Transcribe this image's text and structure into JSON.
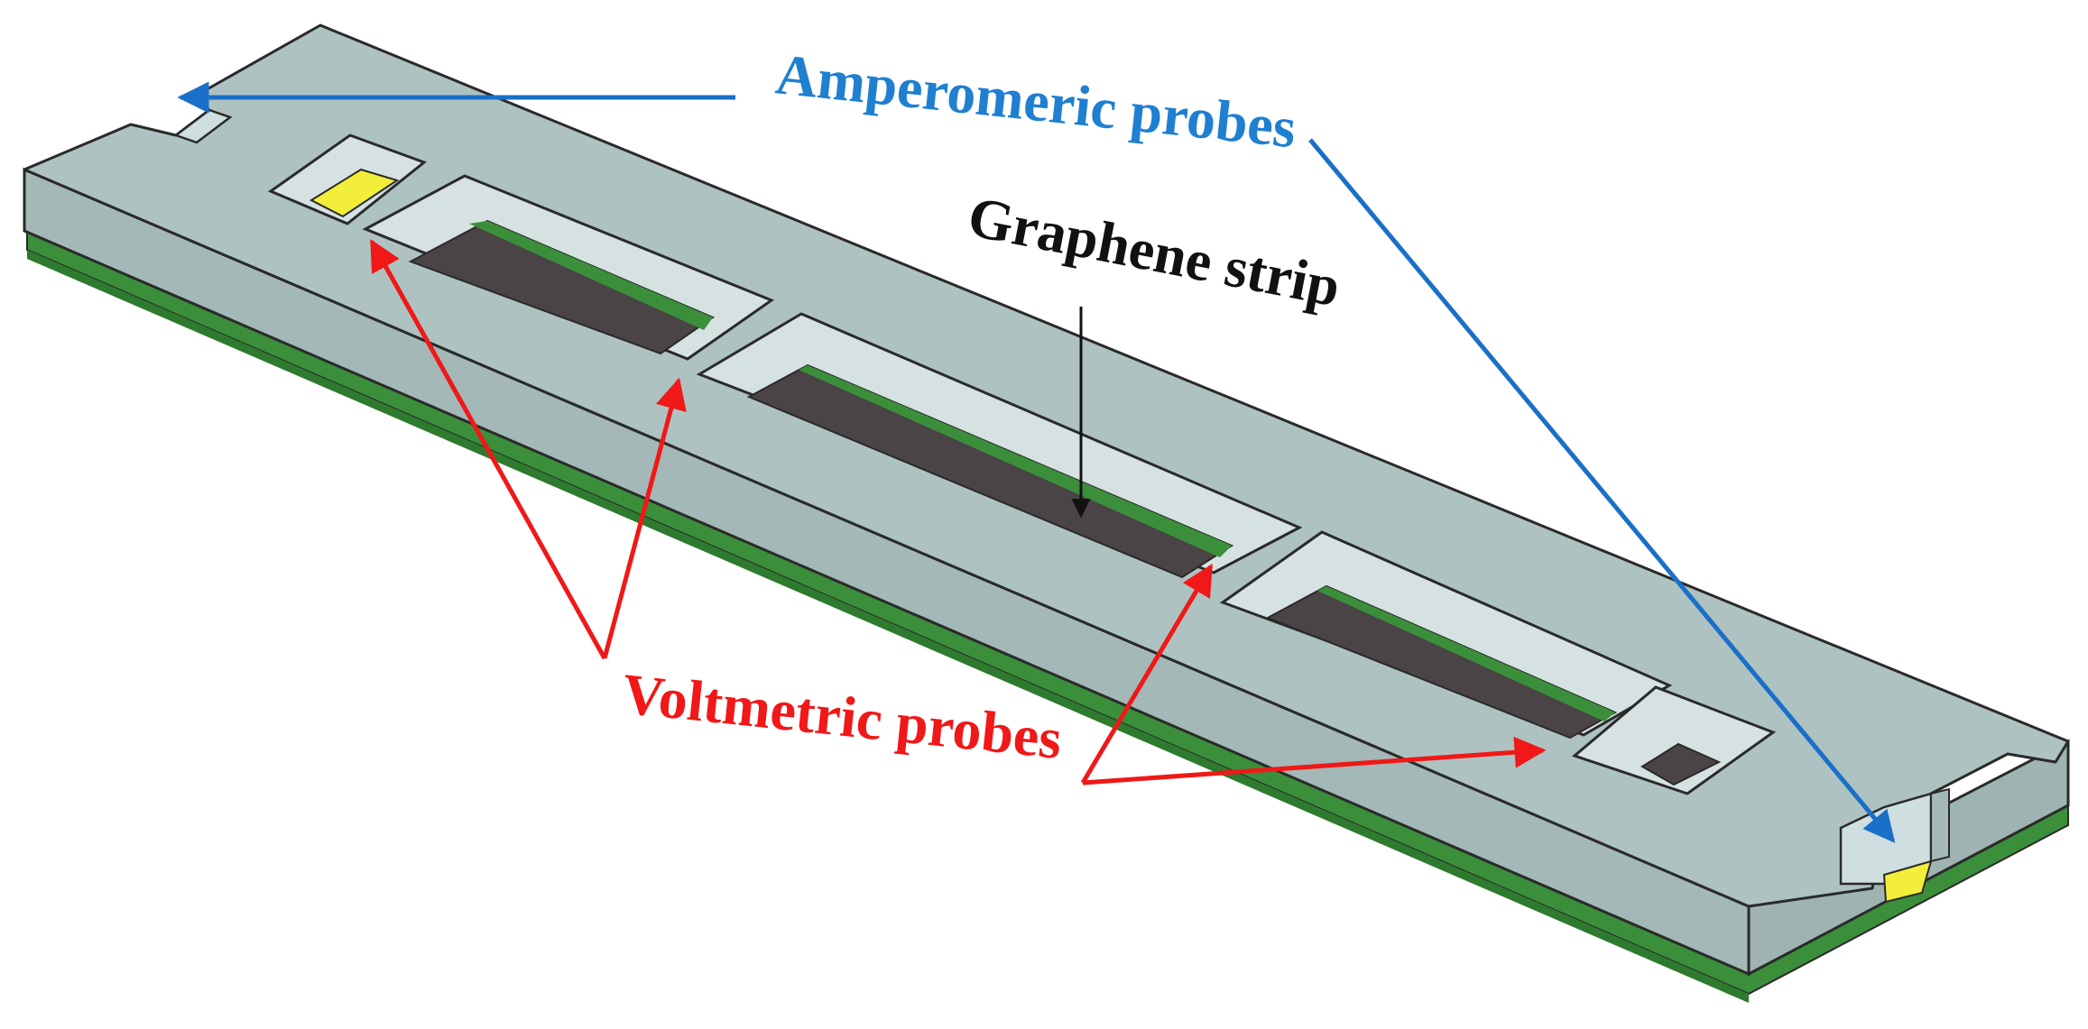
{
  "labels": {
    "amperometric": "Amperomeric probes",
    "graphene": "Graphene strip",
    "voltmetric": "Voltmetric probes"
  },
  "colors": {
    "amperometric_label": "#1f7fd0",
    "amperometric_arrow": "#1a6fc8",
    "voltmetric": "#f01818",
    "graphene_label": "#111111",
    "cover_top": "#aec2c2",
    "cover_side": "#a4b8b8",
    "cover_wall": "#d6e2e2",
    "outline": "#2a2a2a",
    "graphene_strip": "#4a4446",
    "green_layer": "#3b8f3b",
    "contact_pad": "#f2ee3a"
  }
}
